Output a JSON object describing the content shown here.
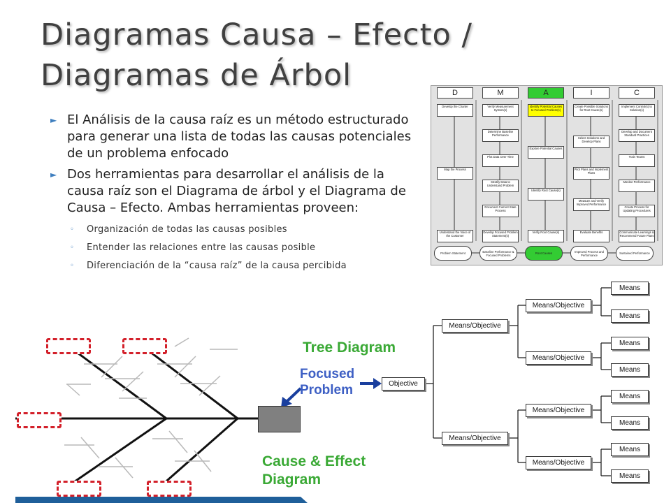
{
  "title": {
    "line1": "Diagramas Causa – Efecto /",
    "line2": "Diagramas de Árbol"
  },
  "bullets": [
    {
      "text": "El Análisis de la causa raíz es un método estructurado para generar una lista de todas las causas potenciales de un problema enfocado"
    },
    {
      "text": "Dos herramientas para desarrollar el análisis de la causa raíz son el Diagrama de árbol y el Diagrama de Causa – Efecto. Ambas herramientas proveen:"
    }
  ],
  "sub_bullets": [
    {
      "text": "Organización de todas las causas posibles"
    },
    {
      "text": "Entender las relaciones entre las causas posible"
    },
    {
      "text": "Diferenciación de la “causa raíz” de la causa percibida"
    }
  ],
  "labels": {
    "tree_diagram": "Tree Diagram",
    "focused_line1": "Focused",
    "focused_line2": "Problem",
    "cause_line1": "Cause & Effect",
    "cause_line2": "Diagram"
  },
  "tree": {
    "root": "Objective",
    "level1": [
      "Means/Objective",
      "Means/Objective"
    ],
    "level2": [
      "Means/Objective",
      "Means/Objective",
      "Means/Objective",
      "Means/Objective"
    ],
    "leaves": [
      "Means",
      "Means",
      "Means",
      "Means",
      "Means",
      "Means",
      "Means",
      "Means"
    ]
  },
  "dmaic": {
    "phases": [
      {
        "letter": "D",
        "steps": [
          "Develop the Charter",
          "Map the Process",
          "Understand the Voice of the Customer"
        ]
      },
      {
        "letter": "M",
        "steps": [
          "Verify Measurement System(s)",
          "Determine Baseline Performance",
          "Plot Data Over Time",
          "Stratify Data to Understand Problem",
          "Document Current State Process",
          "Develop Focused Problem Statement(s)"
        ]
      },
      {
        "letter": "A",
        "steps": [
          "Identify Potential Causes to Focused Problem(s)",
          "Explore Potential Causes",
          "Identify Root Cause(s)",
          "Verify Root Cause(s)"
        ]
      },
      {
        "letter": "I",
        "steps": [
          "Create Possible Solutions for Root Cause(s)",
          "Select Solutions and Develop Plans",
          "Pilot Plans and Implement Plans",
          "Measure and Verify Improved Performance",
          "Evaluate Benefits"
        ]
      },
      {
        "letter": "C",
        "steps": [
          "Implement Control(s) to Solution(s)",
          "Develop and Document Standard Practices",
          "Train Teams",
          "Monitor Performance",
          "Create Process for Updating Procedures",
          "Communicate Learnings & Recommend Future Plans"
        ]
      }
    ],
    "bottom": [
      "Problem Statement",
      "Baseline Performance & Focused Problems",
      "Root Causes",
      "Improved Process and Performance",
      "Sustained Performance"
    ],
    "colors": {
      "active_phase": "#33cc33",
      "highlight_step": "#ffff00",
      "root_cause": "#33cc33"
    }
  },
  "colors": {
    "title": "#404040",
    "bullet_marker": "#3f7fbf",
    "green_label": "#3aa935",
    "blue_label": "#3d5fc4",
    "dashed_box": "#d3202a",
    "effect_box": "#808080",
    "footer_band": "#1f5f9a"
  }
}
